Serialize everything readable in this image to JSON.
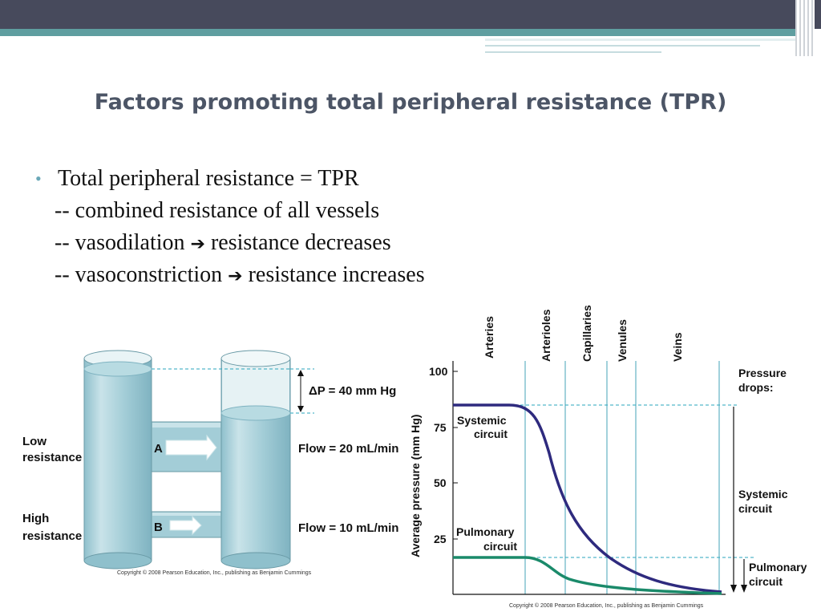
{
  "slide": {
    "title": "Factors promoting total peripheral resistance (TPR)",
    "bullet": {
      "line1": "Total peripheral resistance = TPR",
      "line2": "-- combined resistance of all vessels",
      "line3_a": "-- vasodilation",
      "line3_b": "resistance decreases",
      "line4_a": "-- vasoconstriction",
      "line4_b": "resistance increases",
      "arrow_icon": "➔"
    }
  },
  "left_figure": {
    "low_resistance_1": "Low",
    "low_resistance_2": "resistance",
    "high_resistance_1": "High",
    "high_resistance_2": "resistance",
    "label_a": "A",
    "label_b": "B",
    "delta_p": "ΔP = 40 mm Hg",
    "flow_a": "Flow = 20 mL/min",
    "flow_b": "Flow = 10 mL/min",
    "copyright": "Copyright © 2008 Pearson Education, Inc., publishing as Benjamin Cummings"
  },
  "right_figure": {
    "y_axis_label": "Average pressure (mm Hg)",
    "y_ticks": [
      "100",
      "75",
      "50",
      "25"
    ],
    "columns": [
      "Arteries",
      "Arterioles",
      "Capillaries",
      "Venules",
      "Veins"
    ],
    "systemic_label_1": "Systemic",
    "systemic_label_2": "circuit",
    "pulmonary_label_1": "Pulmonary",
    "pulmonary_label_2": "circuit",
    "pressure_drops_1": "Pressure",
    "pressure_drops_2": "drops:",
    "systemic_drop_1": "Systemic",
    "systemic_drop_2": "circuit",
    "pulmonary_drop_1": "Pulmonary",
    "pulmonary_drop_2": "circuit",
    "copyright": "Copyright © 2008 Pearson Education, Inc., publishing as Benjamin Cummings",
    "colors": {
      "systemic": "#2e2a7e",
      "pulmonary": "#1a8a6a",
      "guides": "#6fb8c8"
    }
  }
}
